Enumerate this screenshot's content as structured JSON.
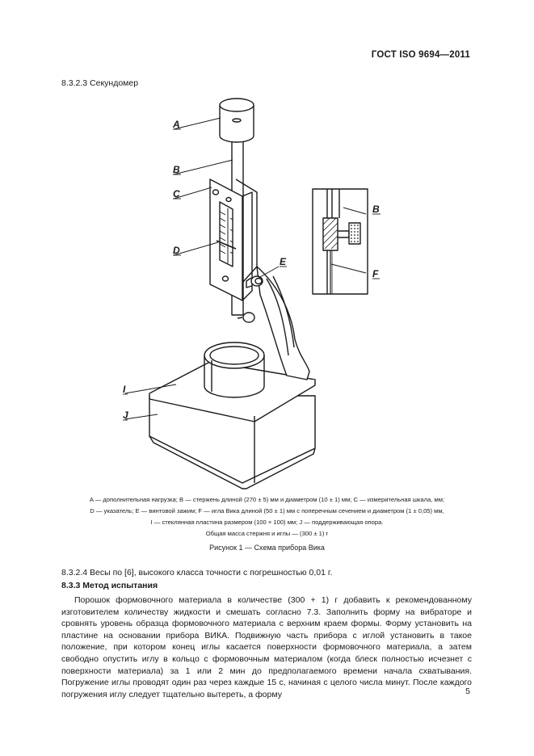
{
  "header": {
    "standard": "ГОСТ  ISO 9694—2011"
  },
  "sections": {
    "s8323": "8.3.2.3  Секундомер",
    "s8324": "8.3.2.4  Весы по [6], высокого класса точности с погрешностью 0,01 г.",
    "s833": "8.3.3  Метод испытания"
  },
  "figure": {
    "labels": {
      "A": "A",
      "B": "B",
      "C": "C",
      "D": "D",
      "E": "E",
      "F": "F",
      "I": "I",
      "J": "J",
      "B2": "B"
    },
    "legend": [
      "A — дополнительная нагрузка; B — стержень длиной (270 ± 5) мм и диаметром (10 ± 1) мм; C — измерительная шкала, мм;",
      "D — указатель; E — винтовой зажим; F — игла Вика длиной (50 ± 1) мм с поперечным сечением и диаметром (1 ± 0,05) мм,",
      "I — стеклянная пластина размером (100 × 100) мм; J — поддерживающая опора.",
      "Общая масса стержня и иглы — (300 ± 1) г"
    ],
    "title": "Рисунок  1 — Схема прибора Вика"
  },
  "body": {
    "paragraph": "Порошок формовочного материала в количестве (300 + 1) г добавить к рекомендованному изготовителем количеству жидкости и смешать согласно 7.3. Заполнить форму на вибраторе и сровнять уровень образца формовочного материала с верхним краем формы. Форму установить на пластине на основании прибора ВИКА. Подвижную часть прибора с иглой установить в такое положение, при котором конец иглы касается поверхности формовочного материала, а затем свободно опустить иглу в кольцо с формовочным материалом (когда блеск полностью исчезнет с поверхности материала) за 1 или 2 мин до предполагаемого времени начала схватывания. Погружение иглы проводят один раз через каждые 15 с, начиная с целого числа минут. После каждого погружения иглу следует тщательно вытереть, а форму"
  },
  "page_number": "5"
}
